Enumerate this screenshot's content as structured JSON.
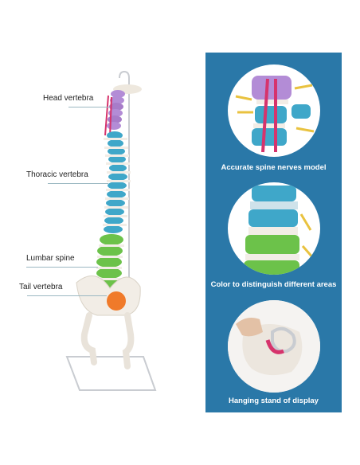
{
  "labels": {
    "head": "Head vertebra",
    "thoracic": "Thoracic vertebra",
    "lumbar": "Lumbar spine",
    "tail": "Tail vertebra"
  },
  "features": [
    {
      "caption": "Accurate spine nerves model"
    },
    {
      "caption": "Color to distinguish different areas"
    },
    {
      "caption": "Hanging stand of display"
    }
  ],
  "colors": {
    "panel_bg": "#2a78a8",
    "cervical": "#b38cd6",
    "thoracic": "#3fa7c9",
    "lumbar": "#6cc24a",
    "sacrum": "#f07a2a",
    "nerve": "#d6336c",
    "bone": "#f2ede6"
  }
}
